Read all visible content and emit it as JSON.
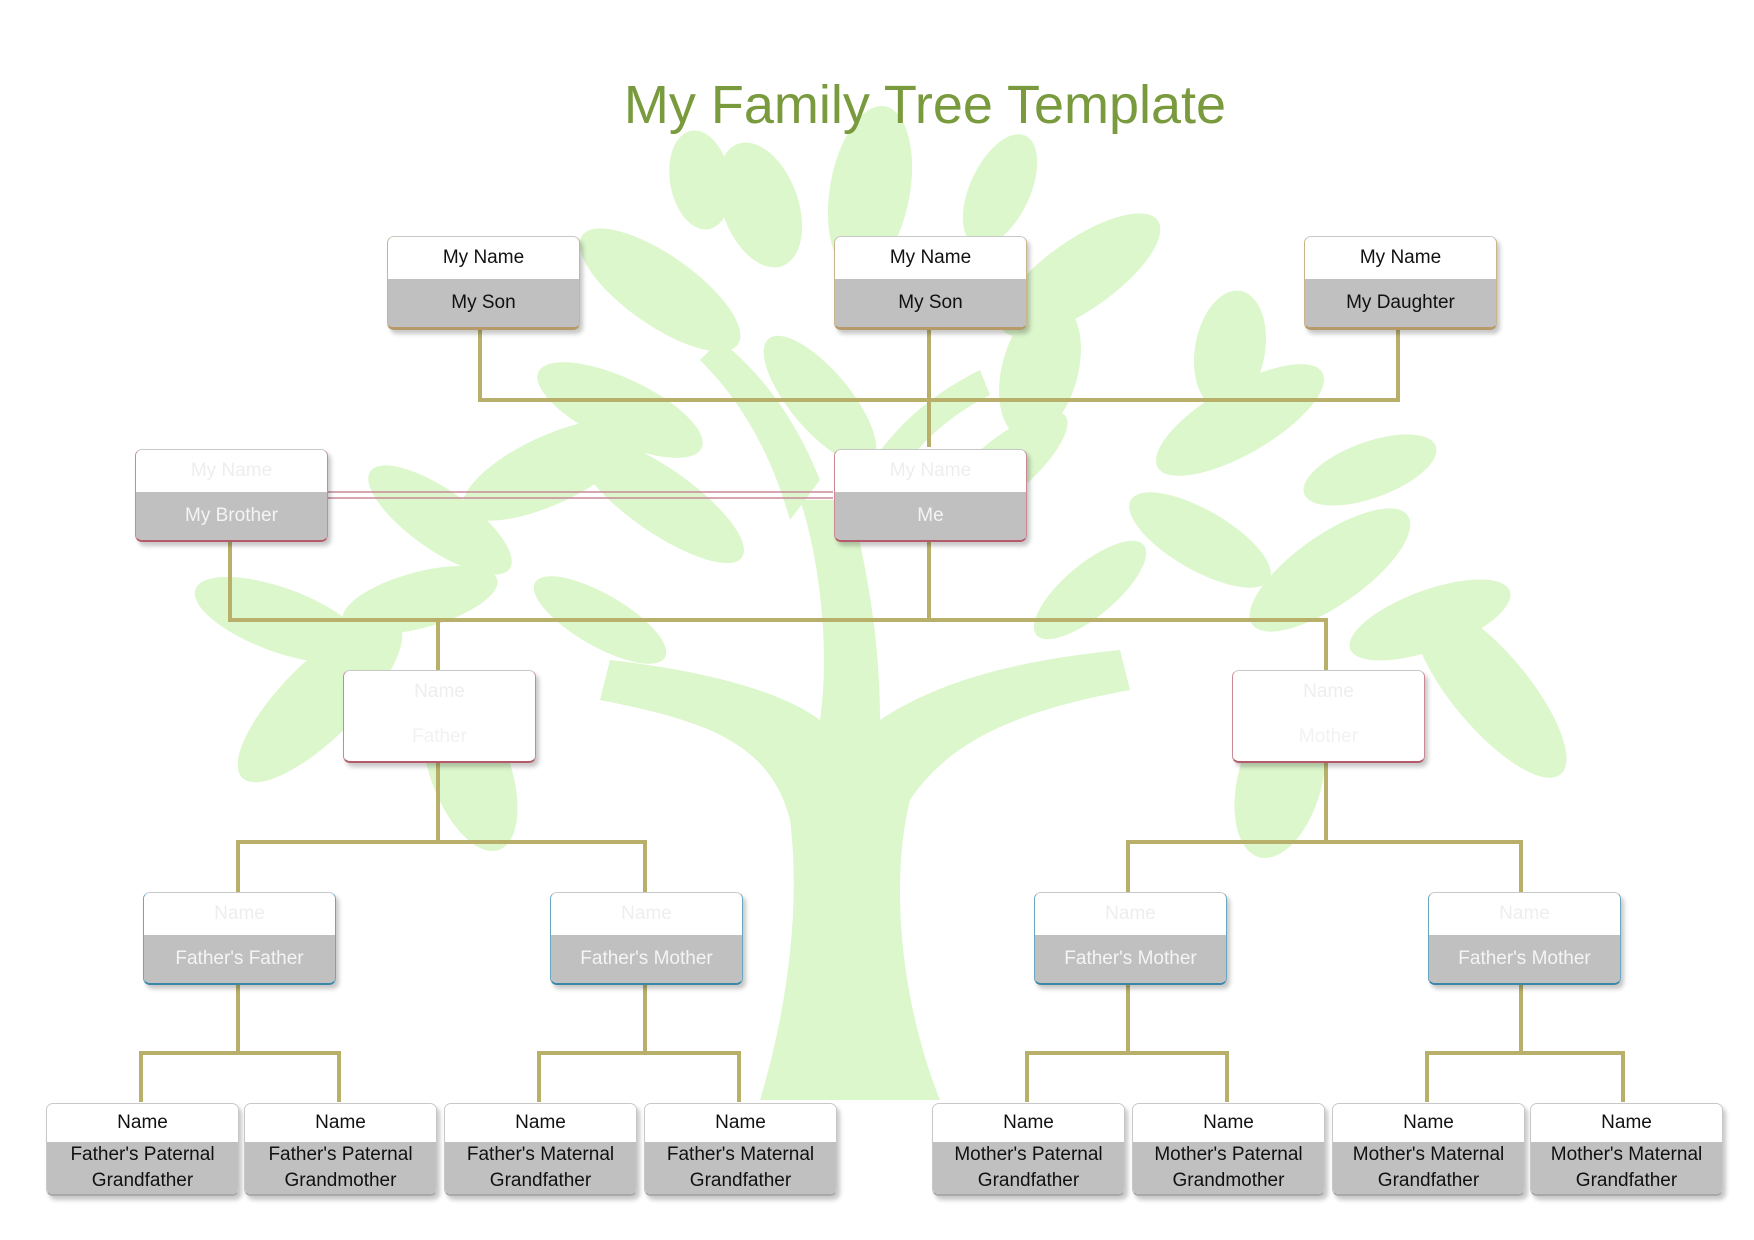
{
  "title": "My Family Tree Template",
  "colors": {
    "title": "#7a9a3e",
    "connector": "#b8b06a",
    "tree": "#dcf7cc",
    "card_label_bg": "#c0c0c0"
  },
  "children": [
    {
      "name": "My Name",
      "relation": "My Son"
    },
    {
      "name": "My Name",
      "relation": "My Son"
    },
    {
      "name": "My Name",
      "relation": "My Daughter"
    }
  ],
  "siblings": [
    {
      "name": "My Name",
      "relation": "My Brother"
    },
    {
      "name": "My Name",
      "relation": "Me"
    }
  ],
  "parents": [
    {
      "name": "Name",
      "relation": "Father"
    },
    {
      "name": "Name",
      "relation": "Mother"
    }
  ],
  "grandparents": [
    {
      "name": "Name",
      "relation": "Father's Father"
    },
    {
      "name": "Name",
      "relation": "Father's Mother"
    },
    {
      "name": "Name",
      "relation": "Father's Mother"
    },
    {
      "name": "Name",
      "relation": "Father's Mother"
    }
  ],
  "great_grandparents": [
    {
      "name": "Name",
      "relation": "Father's Paternal Grandfather"
    },
    {
      "name": "Name",
      "relation": "Father's Paternal Grandmother"
    },
    {
      "name": "Name",
      "relation": "Father's Maternal Grandfather"
    },
    {
      "name": "Name",
      "relation": "Father's Maternal Grandfather"
    },
    {
      "name": "Name",
      "relation": "Mother's Paternal Grandfather"
    },
    {
      "name": "Name",
      "relation": "Mother's Paternal Grandmother"
    },
    {
      "name": "Name",
      "relation": "Mother's Maternal Grandfather"
    },
    {
      "name": "Name",
      "relation": "Mother's Maternal Grandfather"
    }
  ]
}
